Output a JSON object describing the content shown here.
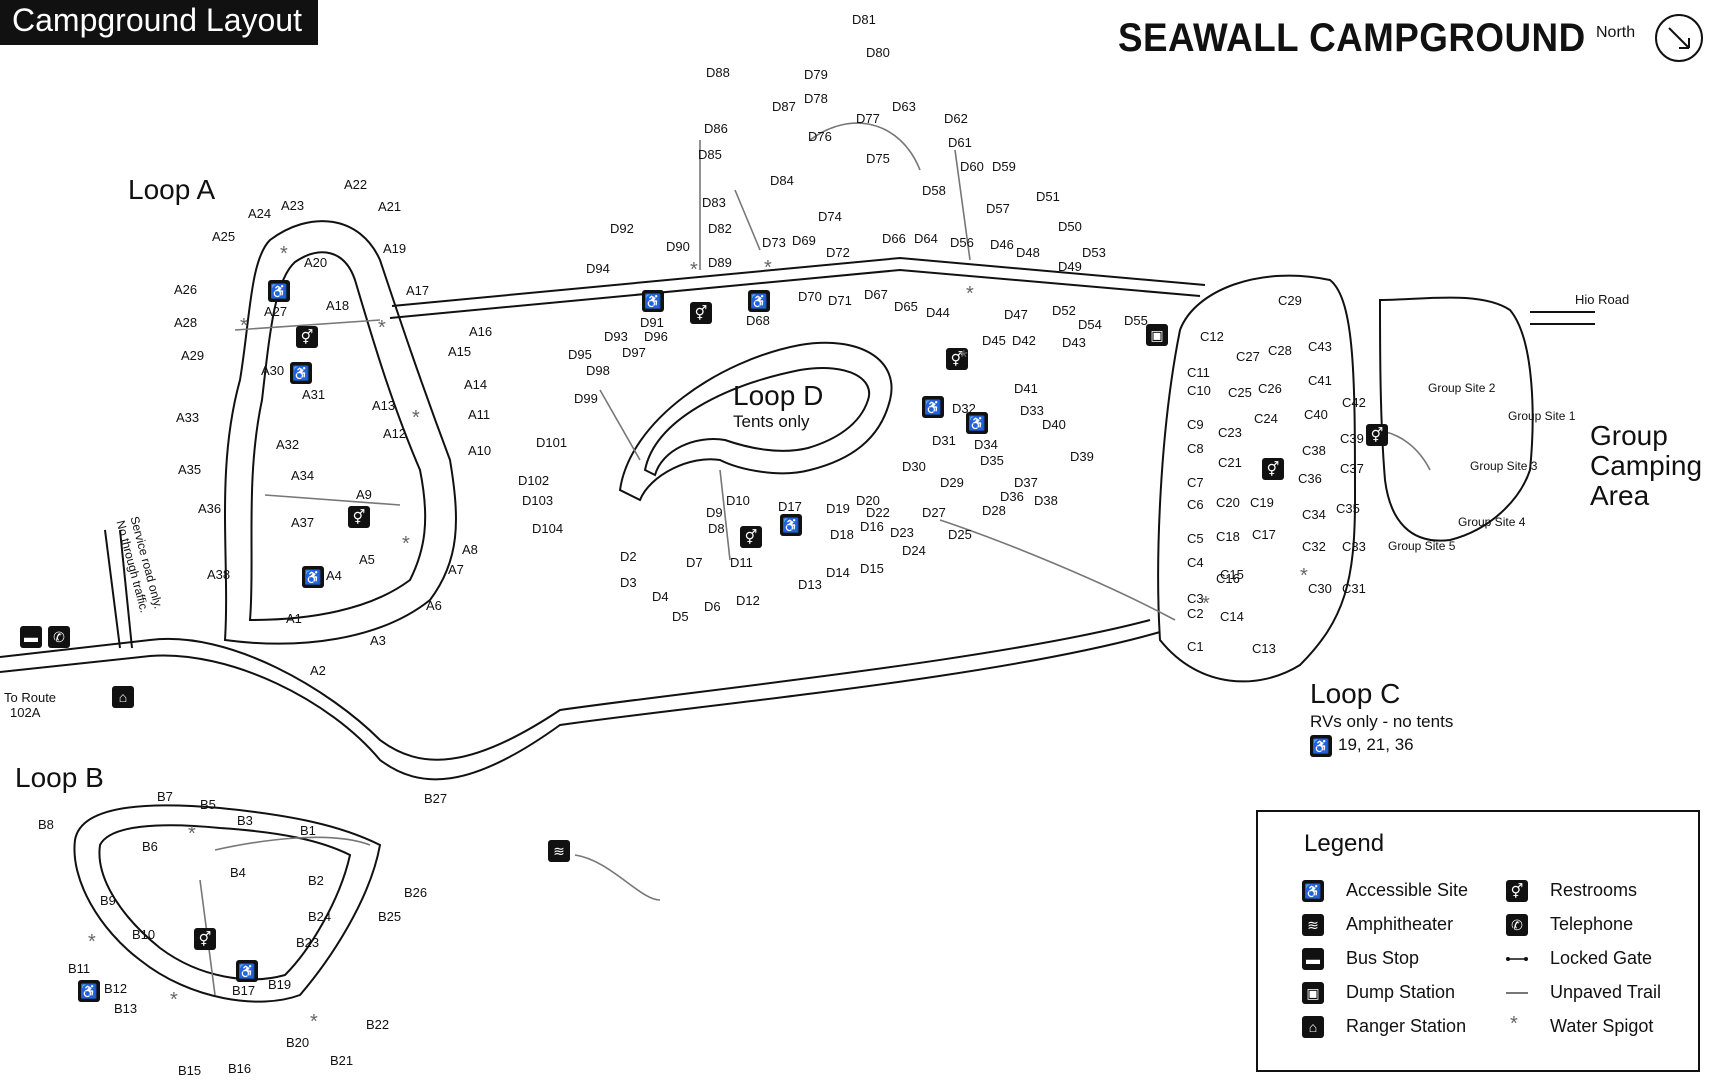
{
  "header": {
    "tag": "Campground Layout",
    "title": "SEAWALL CAMPGROUND",
    "north": "North"
  },
  "loops": {
    "a": "Loop A",
    "b": "Loop B",
    "c": "Loop C",
    "c_sub": "RVs only - no tents",
    "c_access": "19, 21, 36",
    "d": "Loop D",
    "d_sub": "Tents only",
    "group_line1": "Group",
    "group_line2": "Camping",
    "group_line3": "Area"
  },
  "roads": {
    "hio": "Hio Road",
    "route_line1": "To Route",
    "route_line2": "102A",
    "service_line1": "Service road only.",
    "service_line2": "No through traffic."
  },
  "group_sites": [
    "Group Site 1",
    "Group Site 2",
    "Group Site 3",
    "Group Site 4",
    "Group Site 5"
  ],
  "sites": {
    "loop_a": [
      "A1",
      "A2",
      "A3",
      "A4",
      "A5",
      "A6",
      "A7",
      "A8",
      "A9",
      "A10",
      "A11",
      "A12",
      "A13",
      "A14",
      "A15",
      "A16",
      "A17",
      "A18",
      "A19",
      "A20",
      "A21",
      "A22",
      "A23",
      "A24",
      "A25",
      "A26",
      "A27",
      "A28",
      "A29",
      "A30",
      "A31",
      "A32",
      "A33",
      "A34",
      "A35",
      "A36",
      "A37",
      "A38"
    ],
    "loop_b": [
      "B1",
      "B2",
      "B3",
      "B4",
      "B5",
      "B6",
      "B7",
      "B8",
      "B9",
      "B10",
      "B11",
      "B12",
      "B13",
      "B15",
      "B16",
      "B17",
      "B19",
      "B20",
      "B21",
      "B22",
      "B23",
      "B24",
      "B25",
      "B26",
      "B27"
    ],
    "loop_c": [
      "C1",
      "C2",
      "C3",
      "C4",
      "C5",
      "C6",
      "C7",
      "C8",
      "C9",
      "C10",
      "C11",
      "C12",
      "C13",
      "C14",
      "C15",
      "C16",
      "C17",
      "C18",
      "C19",
      "C20",
      "C21",
      "C23",
      "C24",
      "C25",
      "C26",
      "C27",
      "C28",
      "C29",
      "C30",
      "C31",
      "C32",
      "C33",
      "C34",
      "C35",
      "C36",
      "C37",
      "C38",
      "C39",
      "C40",
      "C41",
      "C42",
      "C43"
    ],
    "loop_d": [
      "D2",
      "D3",
      "D4",
      "D5",
      "D6",
      "D7",
      "D8",
      "D9",
      "D10",
      "D11",
      "D12",
      "D13",
      "D14",
      "D15",
      "D16",
      "D17",
      "D18",
      "D19",
      "D20",
      "D22",
      "D23",
      "D24",
      "D25",
      "D27",
      "D28",
      "D29",
      "D30",
      "D31",
      "D32",
      "D33",
      "D34",
      "D35",
      "D36",
      "D37",
      "D38",
      "D39",
      "D40",
      "D41",
      "D42",
      "D43",
      "D44",
      "D45",
      "D46",
      "D47",
      "D48",
      "D49",
      "D50",
      "D51",
      "D52",
      "D53",
      "D54",
      "D55",
      "D56",
      "D57",
      "D58",
      "D60",
      "D59",
      "D61",
      "D62",
      "D63",
      "D64",
      "D65",
      "D66",
      "D67",
      "D68",
      "D69",
      "D70",
      "D71",
      "D72",
      "D73",
      "D74",
      "D75",
      "D76",
      "D77",
      "D78",
      "D79",
      "D80",
      "D81",
      "D82",
      "D83",
      "D84",
      "D85",
      "D86",
      "D87",
      "D88",
      "D89",
      "D90",
      "D91",
      "D92",
      "D93",
      "D94",
      "D95",
      "D96",
      "D97",
      "D98",
      "D99",
      "D101",
      "D102",
      "D103",
      "D104"
    ]
  },
  "legend": {
    "title": "Legend",
    "items": [
      "Accessible Site",
      "Amphitheater",
      "Bus Stop",
      "Dump Station",
      "Ranger Station",
      "Restrooms",
      "Telephone",
      "Locked Gate",
      "Unpaved Trail",
      "Water Spigot"
    ]
  },
  "icons": [
    "accessible-icon",
    "amphitheater-icon",
    "bus-stop-icon",
    "dump-station-icon",
    "ranger-station-icon",
    "restrooms-icon",
    "telephone-icon",
    "locked-gate-icon",
    "unpaved-trail-icon",
    "water-spigot-icon"
  ]
}
